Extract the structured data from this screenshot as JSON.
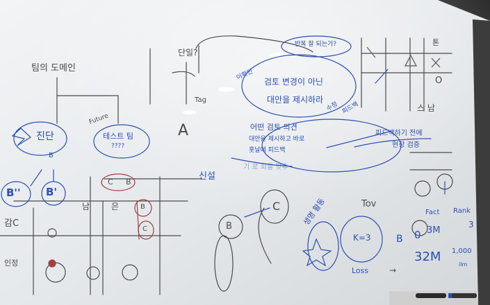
{
  "board": {
    "ink": {
      "black": "#4a4a4a",
      "blue": "#2c4fb0",
      "red": "#a04040"
    },
    "texts": {
      "left_title": "팀의 도메인",
      "diagnosis": "진단",
      "diag_sub": "B",
      "node_b2": "B''",
      "node_b1": "B'",
      "future_label": "Future",
      "test_team": "테스트 팀",
      "test_sub": "????",
      "chain_c": "C",
      "chain_b": "B",
      "col_nam": "남",
      "col_eun": "은",
      "row_gamc": "감C",
      "row_bottom": "인정",
      "red_b": "B",
      "red_c": "C",
      "shinsul": "신설",
      "top_label": "단일?",
      "top_question": "반복 잘 되는가?",
      "tag_a": "Tag",
      "big_a": "A",
      "ellipse_q1": "이확인",
      "ellipse_line1": "검토 변경이 아닌",
      "ellipse_line2": "대안을 제시하라",
      "item2": "어떤 검토 의견",
      "item2_sub1": "대안을 제시하고 바로",
      "item2_sub2": "훗날에 피드백",
      "side_note1": "수정",
      "side_note2": "피드백",
      "faded_row": "기 로 회를 맞추",
      "right_note": "피드백하기 전에",
      "right_note2": "현장 검증",
      "grid_o": "O",
      "grid_x": "X",
      "grid_tri": "Δ",
      "grid_mark": "톤",
      "grid_low": "스 남",
      "mid_circle_b": "B",
      "mid_c": "C",
      "tov": "Tov",
      "sangmyung": "생명 활동",
      "k_eq": "K=3",
      "stats_b": "B",
      "stats_0": "0",
      "stats_3m": "3M",
      "stats_32m": "32M",
      "fact": "Fact",
      "rank": "Rank",
      "rank_3": "3",
      "label_1000": "1,000",
      "bottom_note": "Loss",
      "bottom_small": "ilm",
      "arrow_label": "→"
    }
  }
}
